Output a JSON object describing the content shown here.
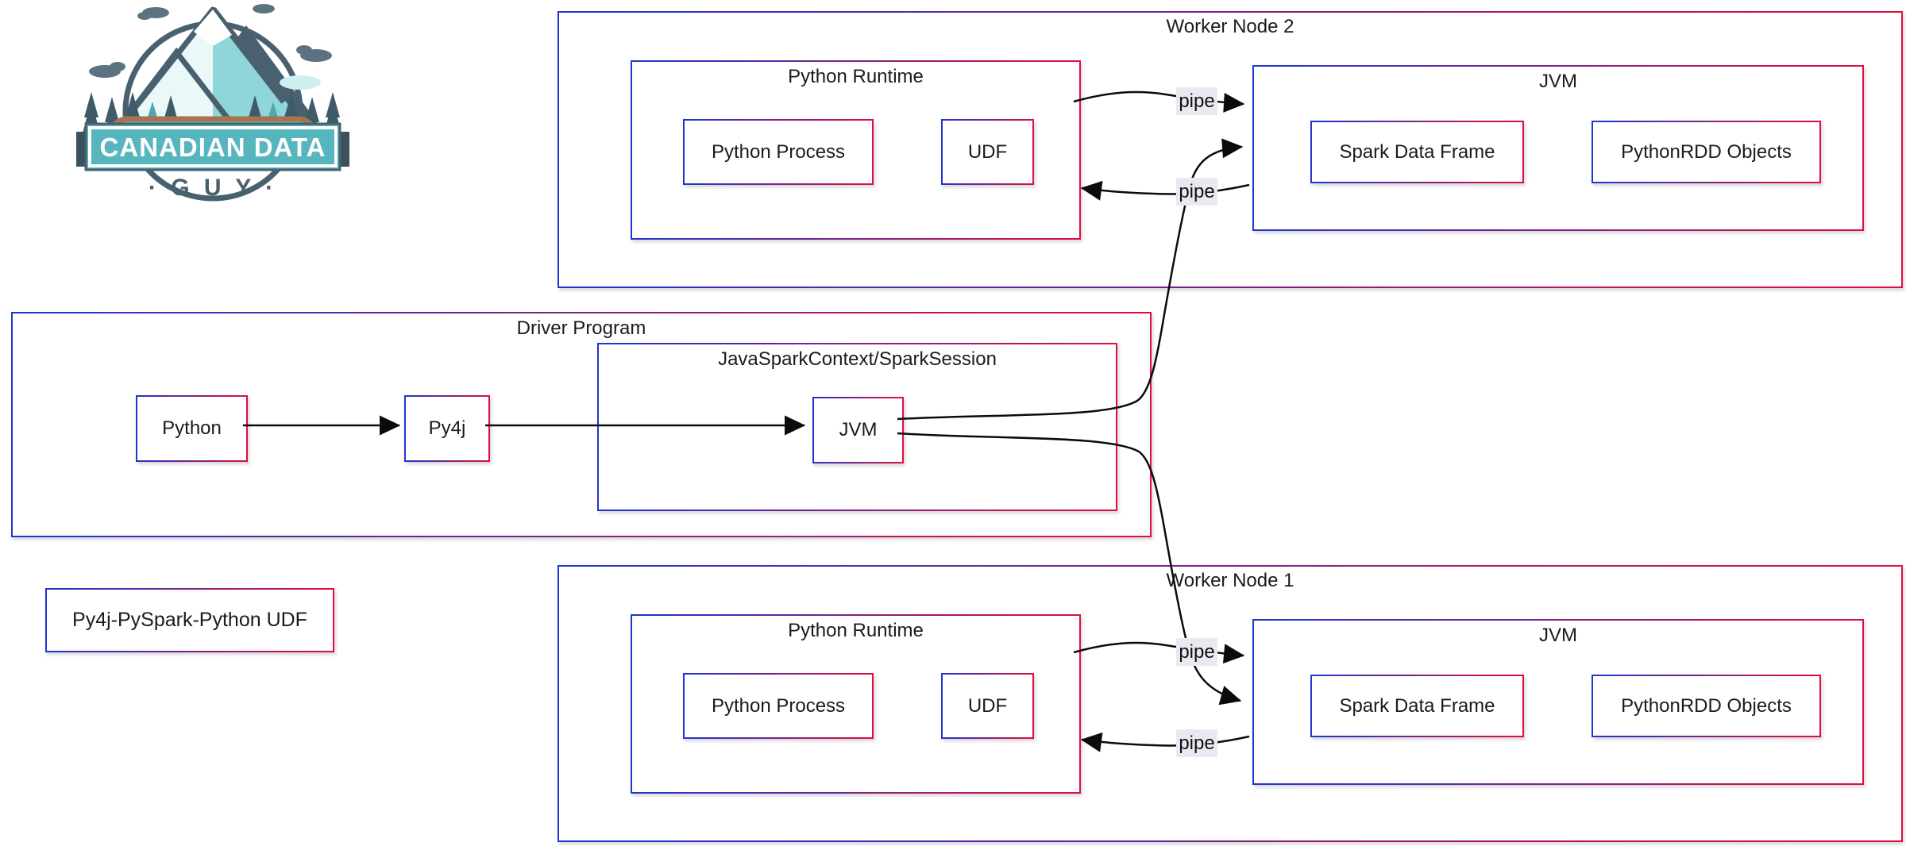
{
  "colors": {
    "box_gradient_left": "#1f35cf",
    "box_gradient_right": "#e00e3e",
    "edge_line": "#0b0b0b",
    "pipe_label_bg": "#e9e9f2",
    "text": "#1b1b1b",
    "logo_teal": "#57b6bd",
    "logo_slate": "#49616f",
    "logo_lake_teal": "#4fc6cc",
    "logo_shore_brown": "#a8744f"
  },
  "logo": {
    "banner_text": "CANADIAN DATA",
    "sub_text": "· G U Y ·"
  },
  "labels": {
    "pipe": "pipe"
  },
  "worker2": {
    "title": "Worker Node 2",
    "python_runtime": {
      "title": "Python Runtime",
      "python_process": "Python Process",
      "udf": "UDF"
    },
    "jvm": {
      "title": "JVM",
      "spark_data_frame": "Spark Data Frame",
      "pythonrdd_objects": "PythonRDD Objects"
    }
  },
  "driver": {
    "title": "Driver Program",
    "python": "Python",
    "py4j": "Py4j",
    "spark_context": {
      "title": "JavaSparkContext/SparkSession",
      "jvm": "JVM"
    }
  },
  "worker1": {
    "title": "Worker Node 1",
    "python_runtime": {
      "title": "Python Runtime",
      "python_process": "Python Process",
      "udf": "UDF"
    },
    "jvm": {
      "title": "JVM",
      "spark_data_frame": "Spark Data Frame",
      "pythonrdd_objects": "PythonRDD Objects"
    }
  },
  "legend": {
    "label": "Py4j-PySpark-Python UDF"
  }
}
